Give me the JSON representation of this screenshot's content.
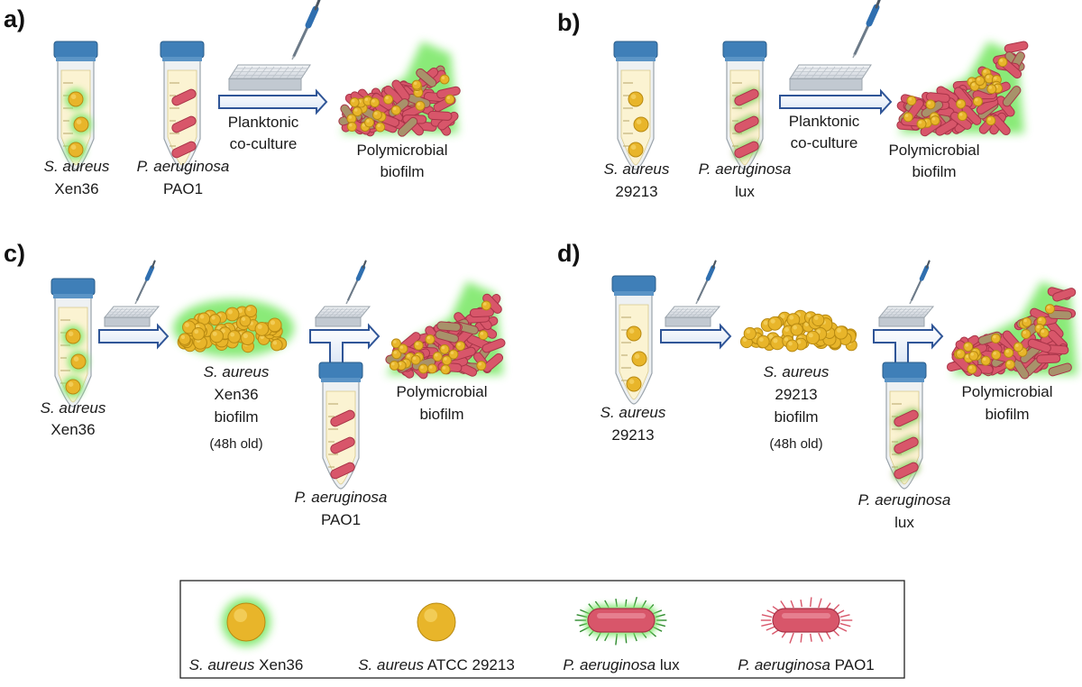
{
  "panels": {
    "a": {
      "label": "a)",
      "tube1": {
        "species": "S. aureus",
        "strain": "Xen36"
      },
      "tube2": {
        "species": "P. aeruginosa",
        "strain": "PAO1"
      },
      "step": [
        "Planktonic",
        "co-culture"
      ],
      "result": [
        "Polymicrobial",
        "biofilm"
      ]
    },
    "b": {
      "label": "b)",
      "tube1": {
        "species": "S. aureus",
        "strain": "29213"
      },
      "tube2": {
        "species": "P. aeruginosa",
        "strain": "lux"
      },
      "step": [
        "Planktonic",
        "co-culture"
      ],
      "result": [
        "Polymicrobial",
        "biofilm"
      ]
    },
    "c": {
      "label": "c)",
      "tube1": {
        "species": "S. aureus",
        "strain": "Xen36"
      },
      "mid": {
        "species": "S. aureus",
        "lines": [
          "Xen36",
          "biofilm"
        ],
        "age": "(48h old)"
      },
      "tube2": {
        "species": "P. aeruginosa",
        "strain": "PAO1"
      },
      "result": [
        "Polymicrobial",
        "biofilm"
      ]
    },
    "d": {
      "label": "d)",
      "tube1": {
        "species": "S. aureus",
        "strain": "29213"
      },
      "mid": {
        "species": "S. aureus",
        "lines": [
          "29213",
          "biofilm"
        ],
        "age": "(48h old)"
      },
      "tube2": {
        "species": "P. aeruginosa",
        "strain": "lux"
      },
      "result": [
        "Polymicrobial",
        "biofilm"
      ]
    }
  },
  "legend": [
    {
      "species": "S. aureus",
      "rest": " Xen36",
      "icon": "glowing-coccus-icon"
    },
    {
      "species": "S. aureus",
      "rest": " ATCC 29213",
      "icon": "coccus-icon"
    },
    {
      "species": "P. aeruginosa",
      "rest": " lux",
      "icon": "glowing-bacillus-icon"
    },
    {
      "species": "P. aeruginosa",
      "rest": " PAO1",
      "icon": "bacillus-icon"
    }
  ],
  "colors": {
    "cap": "#3f7fb8",
    "tube_fill": "#fbf3d2",
    "coccus": "#e8b52a",
    "bacillus": "#d8566a",
    "glow": "#7ee86a",
    "arrow": "#2f5597"
  }
}
